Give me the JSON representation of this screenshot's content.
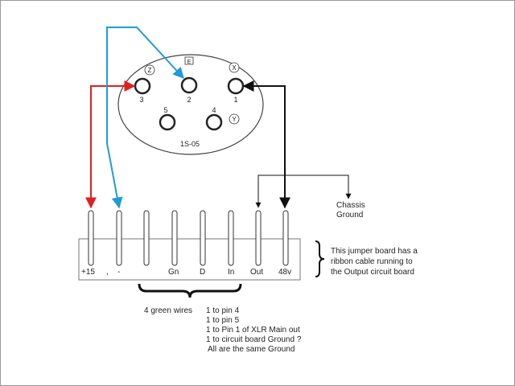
{
  "connector": {
    "model_label": "1S-05",
    "pins": [
      {
        "number": "1",
        "letter": "X"
      },
      {
        "number": "2",
        "letter": "E"
      },
      {
        "number": "3",
        "letter": "Z"
      },
      {
        "number": "4",
        "letter": "Y"
      },
      {
        "number": "5",
        "letter": ""
      }
    ]
  },
  "board": {
    "terminals": [
      "+15",
      ",",
      "-",
      "Gn",
      "D",
      "In",
      "Out",
      "48v"
    ],
    "note_lines": [
      "This jumper board has a",
      "ribbon cable running to",
      "the Output circuit  board"
    ]
  },
  "chassis": {
    "lines": [
      "Chassis",
      "Ground"
    ]
  },
  "wires_note": {
    "title": "4 green wires",
    "lines": [
      "1 to pin 4",
      "1 to pin 5",
      "1 to Pin 1 of XLR Main out",
      "1 to circuit board Ground ?",
      "All are the same Ground"
    ]
  },
  "colors": {
    "red_wire": "#e02020",
    "blue_wire": "#1f9bd7",
    "black_wire": "#111111"
  }
}
